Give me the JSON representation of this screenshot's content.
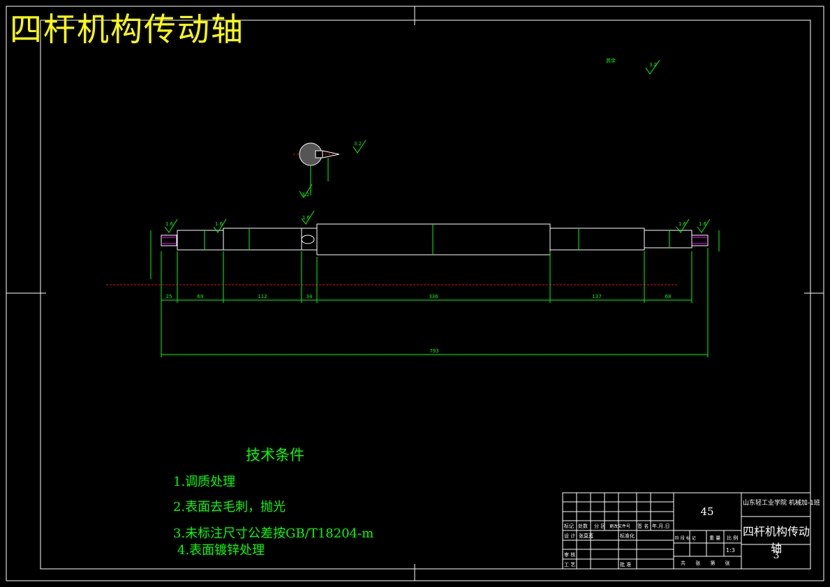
{
  "title": "四杆机构传动轴",
  "technical_requirements": {
    "heading": "技术条件",
    "items": [
      "1.调质处理",
      "2.表面去毛刺，抛光",
      "3.未标注尺寸公差按GB/T18204-m",
      "4.表面镀锌处理"
    ]
  },
  "title_block": {
    "material": "45",
    "school": "山东轻工业学院 机械加-1班",
    "part_name": "四杆机构传动轴",
    "sheet": "3",
    "scale": "1:3",
    "row_labels": [
      "标记",
      "处数",
      "分 区",
      "更改文件号",
      "签 名",
      "年.月.日"
    ],
    "row2_labels": [
      "设 计",
      "张莫蓝",
      "标准化"
    ],
    "row3_labels": [
      "审 核"
    ],
    "row4_labels": [
      "工 艺",
      "批 准"
    ],
    "stage_labels": [
      "阶 段 标 记",
      "重 量",
      "比 例"
    ],
    "sheet_labels": "共 张 第 张"
  },
  "dimensions": {
    "lengths": [
      "25",
      "69",
      "112",
      "34",
      "336",
      "137",
      "68"
    ],
    "total": "793",
    "roughness": [
      "3.2",
      "1.6",
      "1.6",
      "1.6",
      "1.6",
      "1.6",
      "3.2",
      "3.2"
    ],
    "rest_label": "其余"
  }
}
